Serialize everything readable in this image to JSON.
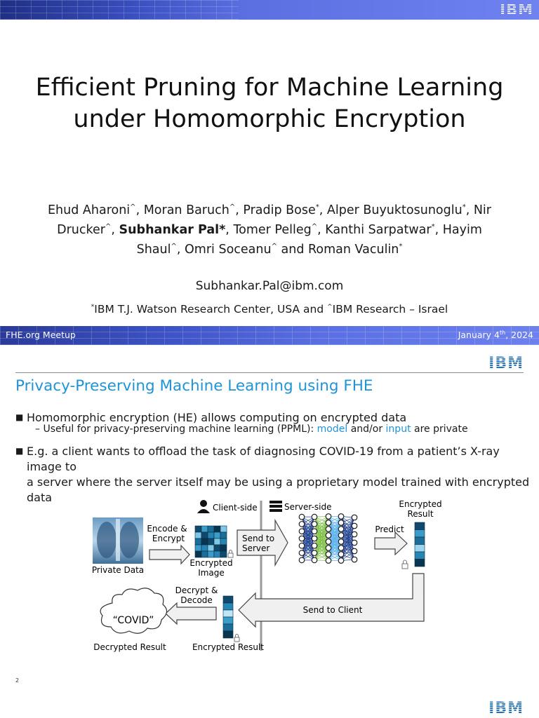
{
  "slide1": {
    "logo": "IBM",
    "title_line1": "Efficient Pruning for Machine Learning",
    "title_line2": "under Homomorphic Encryption",
    "authors": [
      {
        "text": "Ehud Aharoni",
        "mark": "^",
        "sep": ", "
      },
      {
        "text": "Moran Baruch",
        "mark": "^",
        "sep": ", "
      },
      {
        "text": "Pradip Bose",
        "mark": "*",
        "sep": ", "
      },
      {
        "text": "Alper Buyuktosunoglu",
        "mark": "*",
        "sep": ", "
      },
      {
        "text": "Nir Drucker",
        "mark": "^",
        "sep": ", "
      },
      {
        "text": "Subhankar Pal*",
        "mark": "",
        "sep": ", ",
        "bold": true
      },
      {
        "text": "Tomer Pelleg",
        "mark": "^",
        "sep": ", "
      },
      {
        "text": "Kanthi Sarpatwar",
        "mark": "*",
        "sep": ", "
      },
      {
        "text": "Hayim Shaul",
        "mark": "^",
        "sep": ", "
      },
      {
        "text": "Omri Soceanu",
        "mark": "^",
        "sep": " and "
      },
      {
        "text": "Roman Vaculin",
        "mark": "*",
        "sep": ""
      }
    ],
    "email": "Subhankar.Pal@ibm.com",
    "affil_mark1": "*",
    "affil_part1": "IBM T.J. Watson Research Center, USA and ",
    "affil_mark2": "^",
    "affil_part2": "IBM Research – Israel",
    "footer_left": "FHE.org Meetup",
    "footer_date_main": "January 4",
    "footer_date_sup": "th",
    "footer_date_year": ", 2024"
  },
  "slide2": {
    "logo": "IBM",
    "title": "Privacy-Preserving Machine Learning using FHE",
    "bullet1": "Homomorphic encryption (HE) allows computing on encrypted data",
    "sub1_pre": "– Useful for privacy-preserving machine learning (PPML): ",
    "sub1_model": "model",
    "sub1_mid": " and/or ",
    "sub1_input": "input",
    "sub1_post": " are private",
    "bullet2_line1": "E.g. a client wants to offload the task of diagnosing COVID-19 from a patient’s X-ray image to",
    "bullet2_line2": "a server where the server itself may be using a proprietary model trained with encrypted data",
    "page_number": "2",
    "logo_bottom": "IBM"
  },
  "diagram": {
    "client_side": "Client-side",
    "server_side": "Server-side",
    "encode_encrypt_1": "Encode &",
    "encode_encrypt_2": "Encrypt",
    "encrypted_image_1": "Encrypted",
    "encrypted_image_2": "Image",
    "private_data": "Private Data",
    "send_to_server_1": "Send to",
    "send_to_server_2": "Server",
    "encrypted_result_top_1": "Encrypted",
    "encrypted_result_top_2": "Result",
    "predict": "Predict",
    "send_to_client": "Send to Client",
    "decrypt_decode_1": "Decrypt &",
    "decrypt_decode_2": "Decode",
    "covid": "“COVID”",
    "decrypted_result": "Decrypted Result",
    "encrypted_result_bottom": "Encrypted Result"
  },
  "colors": {
    "accent_blue": "#1f93d6",
    "ibm_blue": "#1f70c1",
    "banner_dark": "#1f2f86",
    "banner_light": "#6f82f0",
    "nn_dark": "#1d3f8f",
    "nn_green": "#7cc043",
    "nn_light": "#5fb4ec"
  }
}
